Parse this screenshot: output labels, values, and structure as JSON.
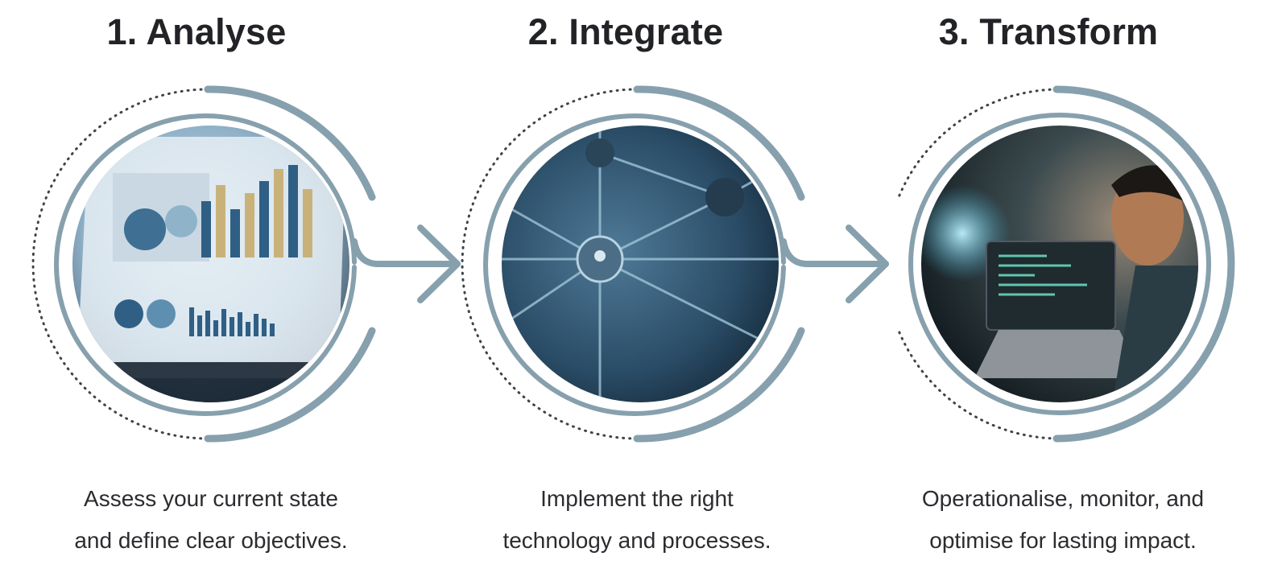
{
  "steps": [
    {
      "title": "1. Analyse",
      "description_lines": [
        "Assess your current state",
        "and define clear objectives."
      ],
      "image": "analytics-dashboard-laptop-photo"
    },
    {
      "title": "2. Integrate",
      "description_lines": [
        "Implement the right",
        "technology and processes."
      ],
      "image": "network-nodes-photo"
    },
    {
      "title": "3. Transform",
      "description_lines": [
        "Operationalise, monitor, and",
        "optimise for lasting impact."
      ],
      "image": "person-with-holographic-screens-photo"
    }
  ],
  "colors": {
    "ring": "#87a0ad",
    "dots": "#3d4449",
    "text": "#222326"
  }
}
